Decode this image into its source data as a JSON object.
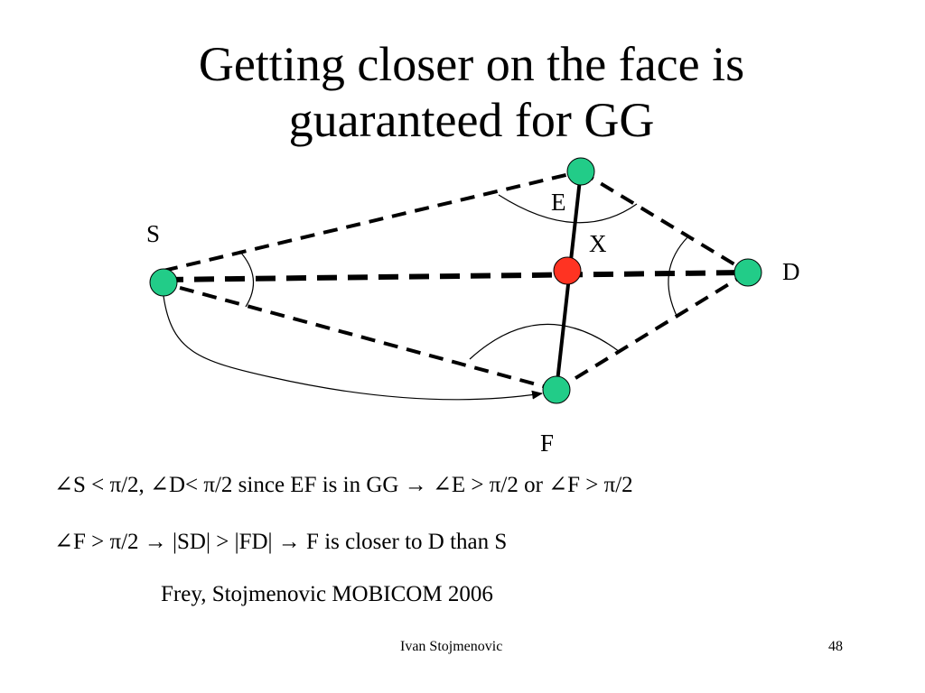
{
  "slide": {
    "title_line1": "Getting closer on the face is",
    "title_line2": "guaranteed for GG",
    "statement1": "∠S < π/2, ∠D< π/2 since EF is in GG → ∠E > π/2 or ∠F > π/2",
    "statement2": "∠F > π/2 → |SD| > |FD| → F is closer to D than S",
    "citation": "Frey, Stojmenovic MOBICOM 2006",
    "footer_author": "Ivan Stojmenovic",
    "page_number": "48"
  },
  "diagram": {
    "nodes": {
      "S": {
        "label": "S",
        "color": "#22cc88"
      },
      "E": {
        "label": "E",
        "color": "#22cc88"
      },
      "D": {
        "label": "D",
        "color": "#22cc88"
      },
      "F": {
        "label": "F",
        "color": "#22cc88"
      },
      "X": {
        "label": "X",
        "color": "#ff3322"
      }
    }
  }
}
